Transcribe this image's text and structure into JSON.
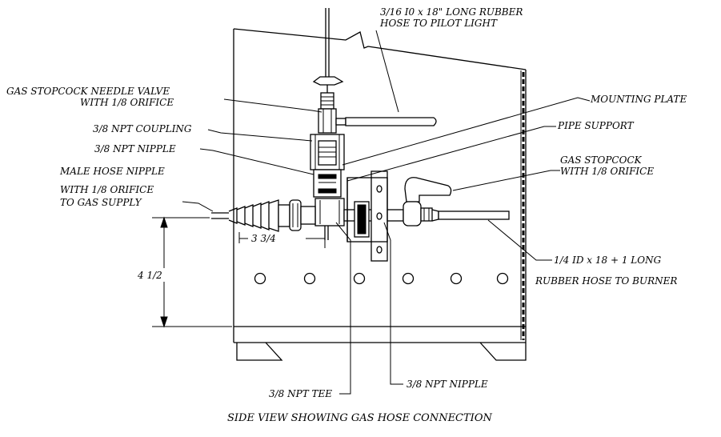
{
  "labels": {
    "hose_pilot_line1": "3/16 I0 x 18\" LONG RUBBER",
    "hose_pilot_line2": "HOSE TO PILOT LIGHT",
    "needle_valve_line1": "GAS STOPCOCK NEEDLE VALVE",
    "needle_valve_line2": "WITH 1/8 ORIFICE",
    "mounting_plate": "MOUNTING PLATE",
    "npt_coupling": "3/8 NPT COUPLING",
    "pipe_support": "PIPE SUPPORT",
    "npt_nipple_upper": "3/8 NPT NIPPLE",
    "gas_stopcock_line1": "GAS STOPCOCK",
    "gas_stopcock_line2": "WITH 1/8 ORIFICE",
    "hose_nipple_line1": "MALE HOSE NIPPLE",
    "hose_nipple_line2": "WITH 1/8 ORIFICE",
    "hose_nipple_line3": "TO GAS SUPPLY",
    "dim_horizontal": "3 3/4",
    "dim_vertical": "4 1/2",
    "hose_burner_line1": "1/4 ID x 18 + 1 LONG",
    "hose_burner_line2": "RUBBER HOSE TO BURNER",
    "npt_tee": "3/8 NPT TEE",
    "npt_nipple_lower": "3/8 NPT NIPPLE",
    "caption": "SIDE VIEW SHOWING GAS HOSE CONNECTION"
  }
}
